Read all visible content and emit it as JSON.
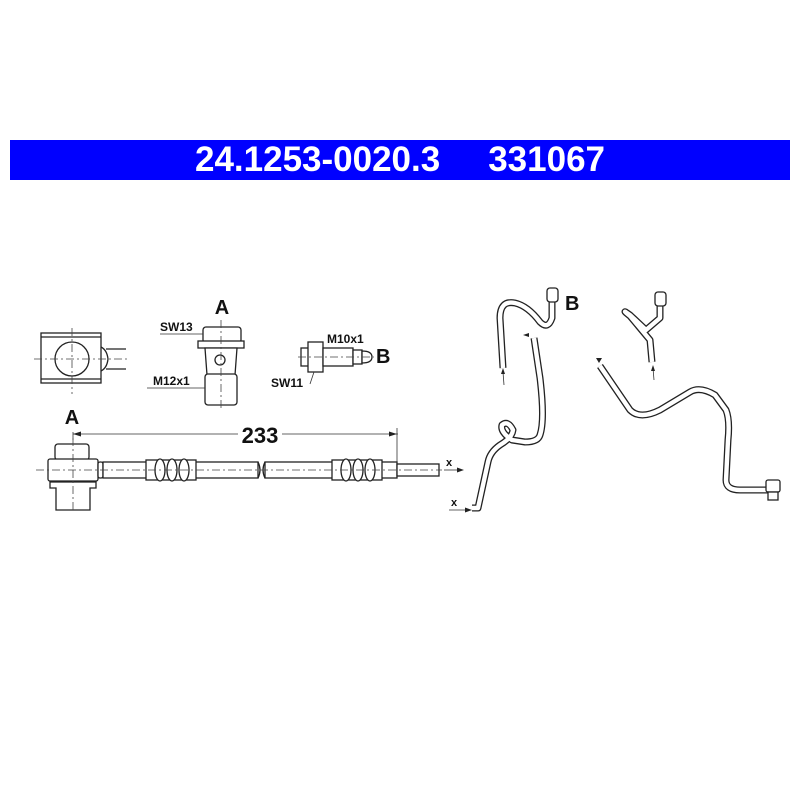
{
  "header": {
    "article_number": "24.1253-0020.3",
    "reference_number": "331067"
  },
  "colors": {
    "header_bg": "#0000ff",
    "header_text": "#ffffff"
  },
  "drawing": {
    "fitting_a_label": "A",
    "fitting_b_label": "B",
    "sw13": "SW13",
    "m12x1": "M12x1",
    "m10x1": "M10x1",
    "sw11": "SW11",
    "hose_end_label": "A",
    "length_dim": "233",
    "x_marker": "x",
    "install_b_label": "B"
  }
}
